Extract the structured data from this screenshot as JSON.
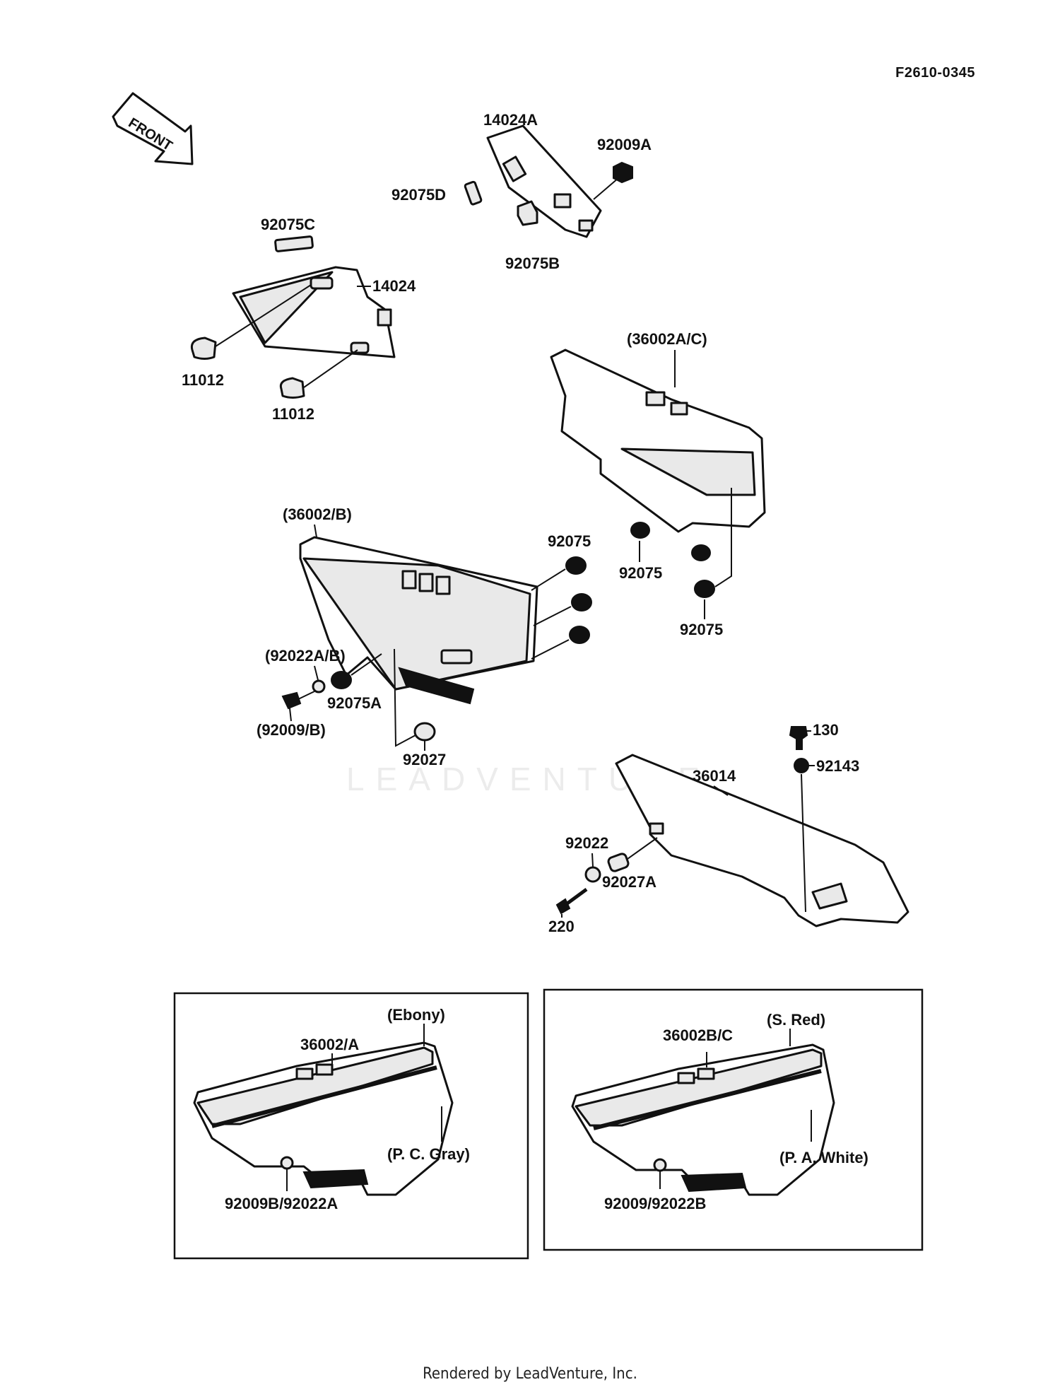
{
  "diagram_code": "F2610-0345",
  "front_label": "FRONT",
  "watermark": "LEADVENTURE",
  "footer": "Rendered by LeadVenture, Inc.",
  "labels": {
    "p14024A": "14024A",
    "p92009A": "92009A",
    "p92075D": "92075D",
    "p92075B": "92075B",
    "p92075C": "92075C",
    "p14024": "14024",
    "p11012a": "11012",
    "p11012b": "11012",
    "p36002AC": "(36002A/C)",
    "p36002B": "(36002/B)",
    "p92075a": "92075",
    "p92075b": "92075",
    "p92075c": "92075",
    "p92022AB": "(92022A/B)",
    "p92075A": "92075A",
    "p92009B": "(92009/B)",
    "p92027": "92027",
    "p130": "130",
    "p92143": "92143",
    "p36014": "36014",
    "p92022": "92022",
    "p92027A": "92027A",
    "p220": "220"
  },
  "inset_left": {
    "part": "36002/A",
    "color_top": "(Ebony)",
    "color_bottom": "(P. C. Gray)",
    "fasteners": "92009B/92022A"
  },
  "inset_right": {
    "part": "36002B/C",
    "color_top": "(S. Red)",
    "color_bottom": "(P. A. White)",
    "fasteners": "92009/92022B"
  }
}
